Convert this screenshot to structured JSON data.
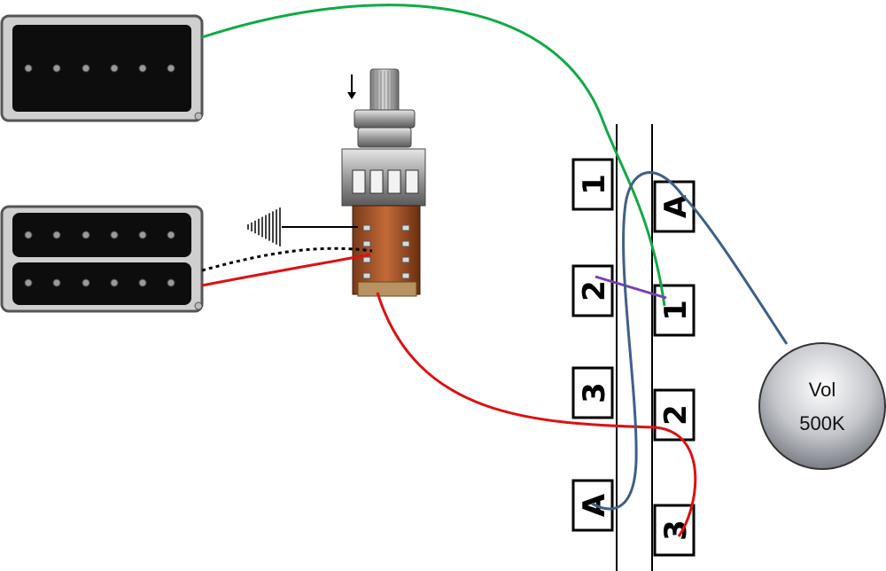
{
  "switch": {
    "left_column_labels": [
      "1",
      "2",
      "3",
      "A"
    ],
    "right_column_labels": [
      "A",
      "1",
      "2",
      "3"
    ]
  },
  "volume_pot": {
    "line1": "Vol",
    "line2": "500K"
  },
  "wire_colors": {
    "neck_hot": "#11aa44",
    "bridge_hot": "#dd1111",
    "bridge_coil_split": "#000000",
    "switch_jumper": "#7a3fb0",
    "switch_to_volume": "#3f5f8a",
    "pot_to_switch": "#dd1111"
  },
  "icons": [
    "humbucker-pickup-icon",
    "push-pull-pot-icon",
    "ground-symbol-icon",
    "down-arrow-icon"
  ]
}
